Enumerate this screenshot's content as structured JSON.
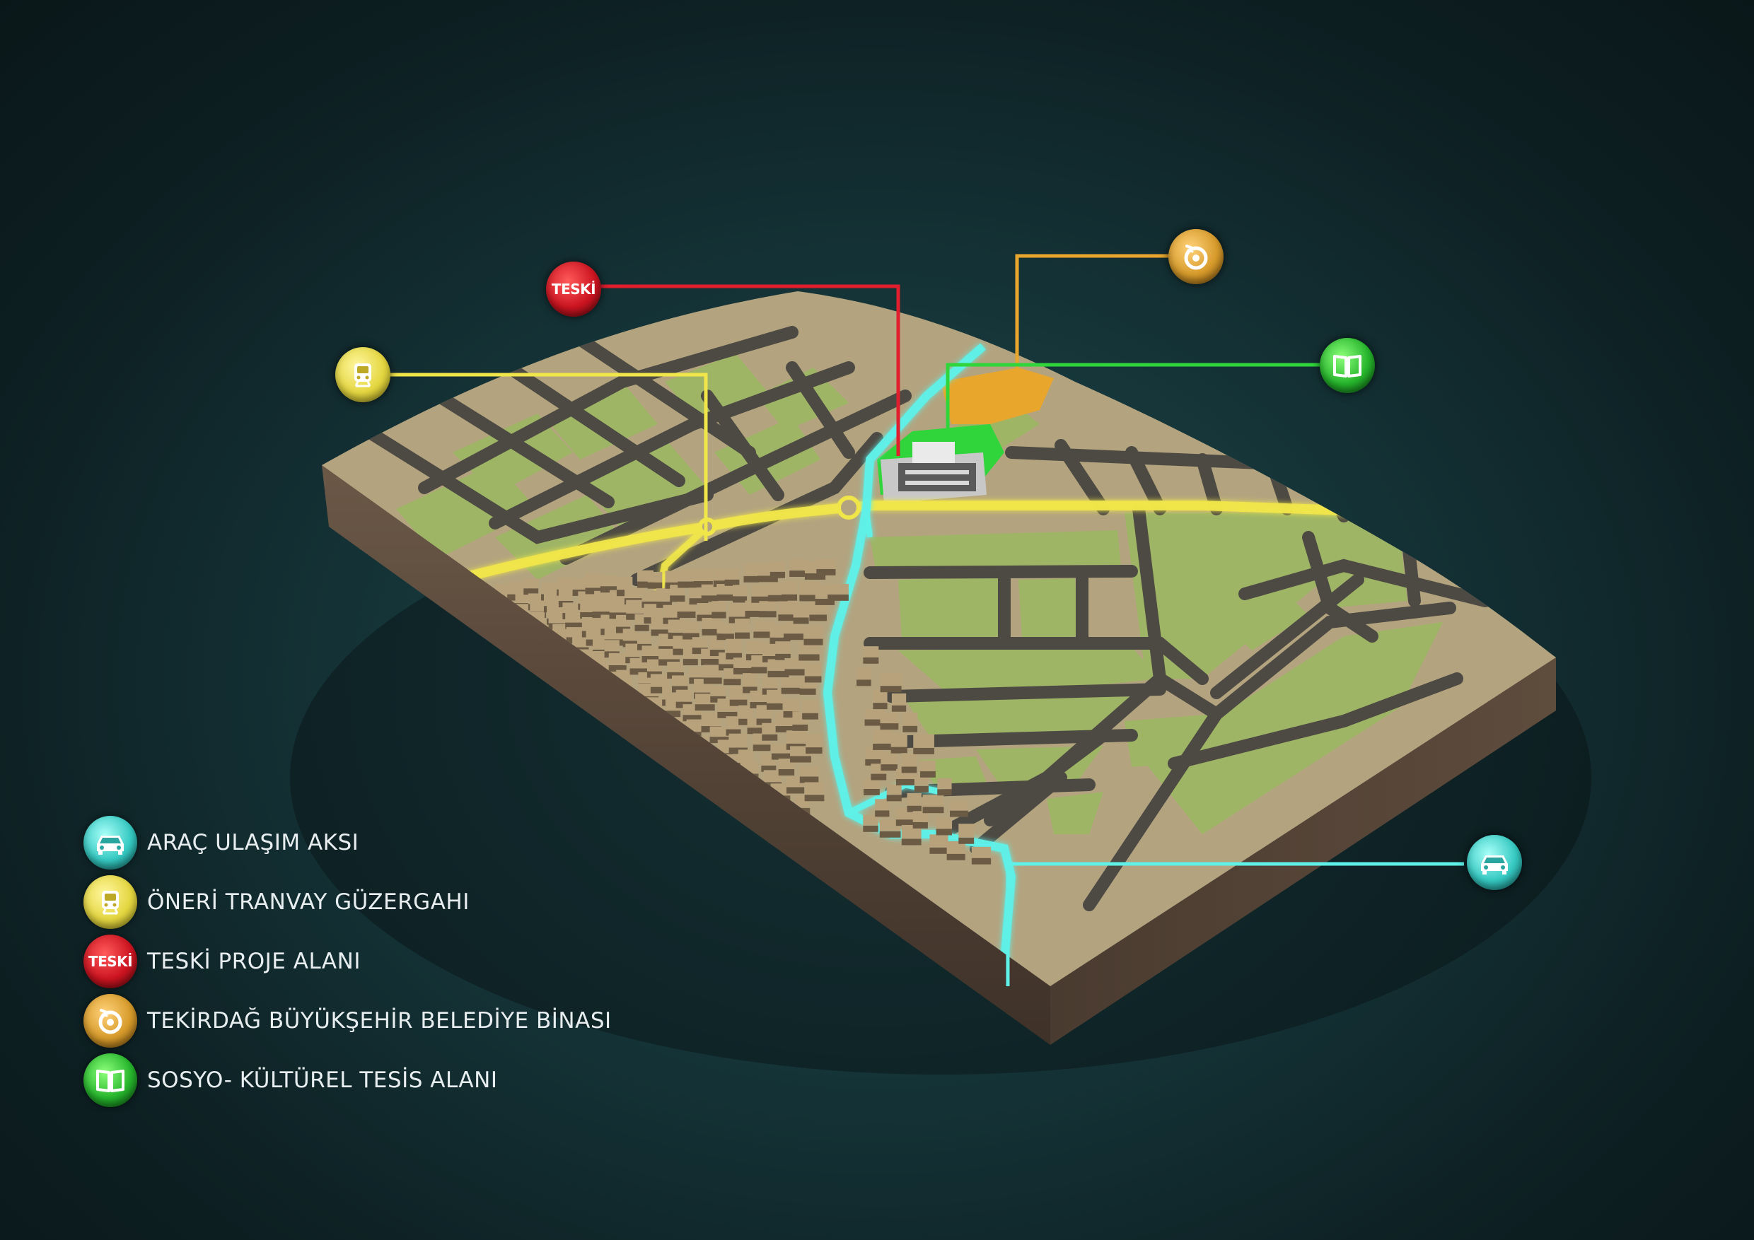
{
  "legend": {
    "items": [
      {
        "key": "car",
        "label": "ARAÇ ULAŞIM AKSI",
        "color": "#3fd7d0",
        "icon": "car-icon"
      },
      {
        "key": "tram",
        "label": "ÖNERİ TRANVAY GÜZERGAHI",
        "color": "#e8e05a",
        "icon": "tram-icon"
      },
      {
        "key": "teski",
        "label": "TESKİ PROJE ALANI",
        "color": "#d0202a",
        "icon": "teski-logo",
        "logo_text": "TESKİ"
      },
      {
        "key": "municipality",
        "label": "TEKİRDAĞ BÜYÜKŞEHİR BELEDİYE BİNASI",
        "color": "#d69a2a",
        "icon": "municipality-logo-icon"
      },
      {
        "key": "cultural",
        "label": "SOSYO- KÜLTÜREL TESİS ALANI",
        "color": "#2fc83a",
        "icon": "book-icon"
      }
    ]
  },
  "callouts": {
    "teski_text": "TESKİ"
  },
  "colors": {
    "land": "#b3a47f",
    "green_block": "#9fb566",
    "road": "#4d4a43",
    "side": "#6e5a47",
    "tram_line": "#f0e64a",
    "car_line": "#5ff0e8",
    "teski_line": "#e01e2e",
    "municipality_area": "#e8a62d",
    "cultural_area": "#2fd53a"
  }
}
